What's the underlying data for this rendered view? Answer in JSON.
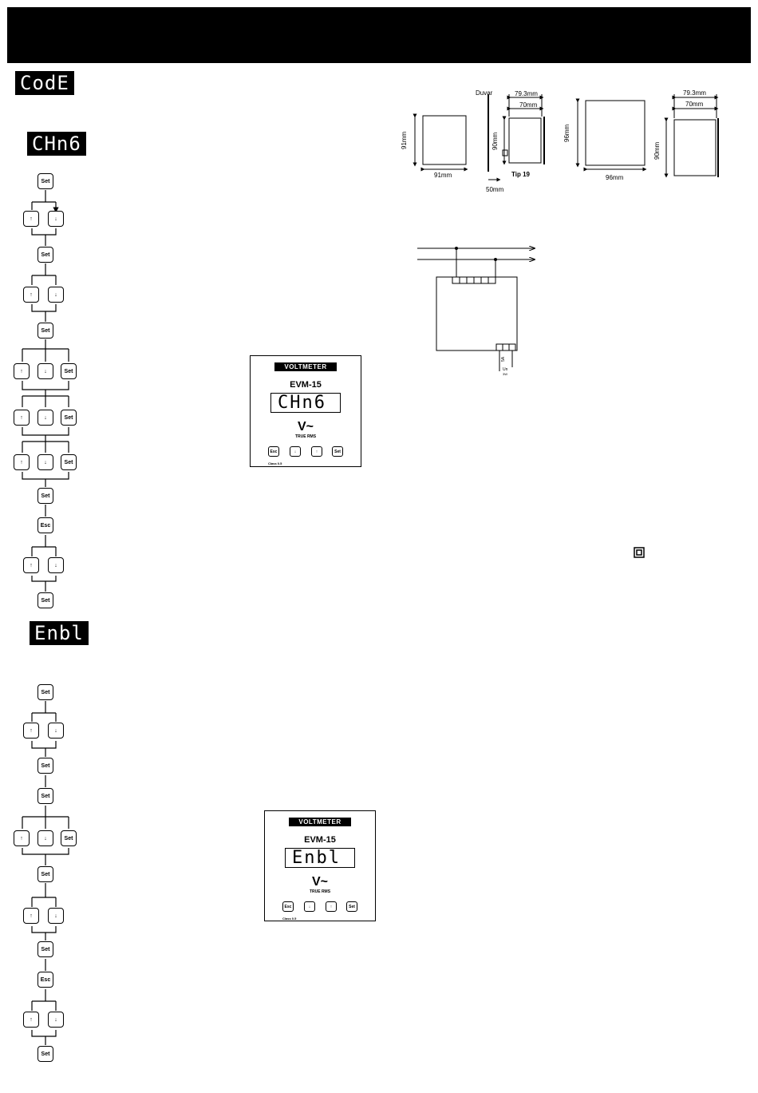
{
  "header": {
    "text": ""
  },
  "section_labels": {
    "code": "CodE",
    "change": "CHn6",
    "enable": "Enbl"
  },
  "keys": {
    "set": "Set",
    "esc": "Esc",
    "up": "↑",
    "down": "↓"
  },
  "device_change": {
    "badge": "VOLTMETER",
    "model": "EVM-15",
    "display": "CHn6",
    "unit": "V~",
    "sub": "TRUE RMS",
    "class_text": "Class 0.5",
    "key_labels": [
      "Esc",
      "↓",
      "↑",
      "Set"
    ]
  },
  "device_enable": {
    "badge": "VOLTMETER",
    "model": "EVM-15",
    "display": "Enbl",
    "unit": "V~",
    "sub": "TRUE RMS",
    "class_text": "Class 0.5",
    "key_labels": [
      "Esc",
      "↓",
      "↑",
      "Set"
    ]
  },
  "dimensions": {
    "wall": "Duvar",
    "w_91": "91mm",
    "h_91": "91mm",
    "d_79": "79.3mm",
    "d_70": "70mm",
    "h_90": "90mm",
    "type": "Tip 19",
    "wall_gap": "50mm",
    "h_96": "96mm",
    "w_96": "96mm",
    "d2_79": "79.3mm",
    "d2_70": "70mm",
    "h2_90": "90mm"
  },
  "wiring": {
    "fuse": "5A",
    "supply": "Un",
    "supply_sub": "3W"
  }
}
